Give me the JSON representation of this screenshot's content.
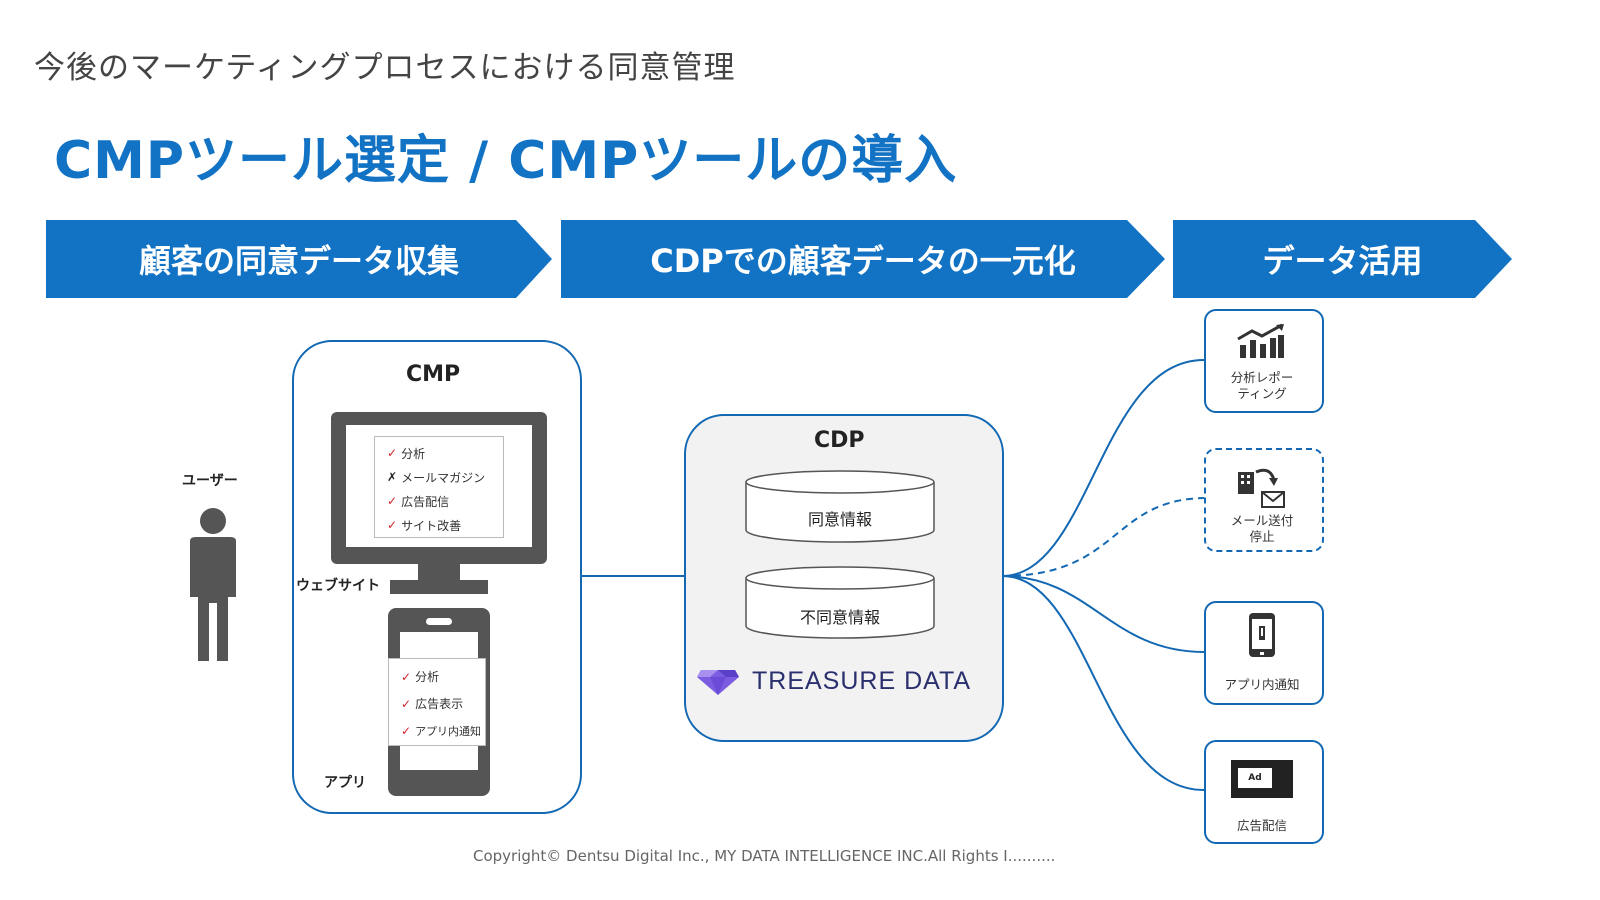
{
  "header": {
    "subtitle": "今後のマーケティングプロセスにおける同意管理",
    "title": "CMPツール選定 / CMPツールの導入"
  },
  "phases": [
    "顧客の同意データ収集",
    "CDPでの顧客データの一元化",
    "データ活用"
  ],
  "user": {
    "label": "ユーザー"
  },
  "cmp": {
    "title": "CMP",
    "website_label": "ウェブサイト",
    "app_label": "アプリ",
    "website_items": [
      {
        "mark": "✓",
        "text": "分析"
      },
      {
        "mark": "✗",
        "text": "メールマガジン"
      },
      {
        "mark": "✓",
        "text": "広告配信"
      },
      {
        "mark": "✓",
        "text": "サイト改善"
      }
    ],
    "app_items": [
      {
        "mark": "✓",
        "text": "分析"
      },
      {
        "mark": "✓",
        "text": "広告表示"
      },
      {
        "mark": "✓",
        "text": "アプリ内通知"
      }
    ]
  },
  "cdp": {
    "title": "CDP",
    "db1": "同意情報",
    "db2": "不同意情報",
    "brand": "TREASURE DATA"
  },
  "outputs": [
    {
      "label_line1": "分析レポー",
      "label_line2": "ティング",
      "icon": "chart-icon"
    },
    {
      "label_line1": "メール送付",
      "label_line2": "停止",
      "icon": "mail-stop-icon"
    },
    {
      "label_line1": "アプリ内通知",
      "label_line2": "",
      "icon": "smartphone-icon"
    },
    {
      "label_line1": "広告配信",
      "label_line2": "",
      "icon": "ad-icon",
      "badge": "Ad"
    }
  ],
  "footer": {
    "copyright": "Copyright© Dentsu Digital Inc., MY DATA INTELLIGENCE INC.All Rights I.........."
  },
  "colors": {
    "brand_blue": "#1272C4",
    "check_red": "#D1232A",
    "icon_gray": "#555555"
  }
}
